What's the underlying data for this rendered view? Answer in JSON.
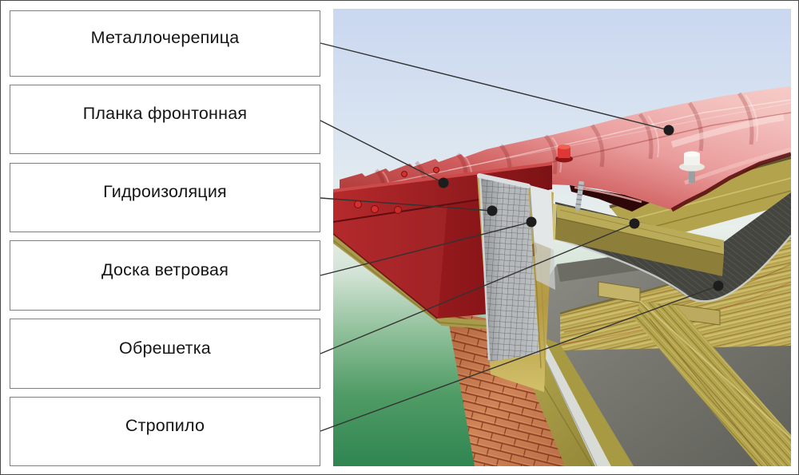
{
  "labels": [
    {
      "text": "Металлочерепица",
      "line_from": [
        400,
        53
      ],
      "dot": [
        836,
        162
      ]
    },
    {
      "text": "Планка фронтонная",
      "line_from": [
        400,
        150
      ],
      "dot": [
        554,
        228
      ]
    },
    {
      "text": "Гидроизоляция",
      "line_from": [
        400,
        247
      ],
      "dot": [
        615,
        263
      ]
    },
    {
      "text": "Доска ветровая",
      "line_from": [
        400,
        344
      ],
      "dot": [
        664,
        277
      ]
    },
    {
      "text": "Обрешетка",
      "line_from": [
        400,
        442
      ],
      "dot": [
        793,
        279
      ]
    },
    {
      "text": "Стропило",
      "line_from": [
        400,
        539
      ],
      "dot": [
        898,
        357
      ]
    }
  ],
  "colors": {
    "roof_tile_pink": "#e89a9a",
    "gable_strip_red": "#9e1f22",
    "wood_olive": "#b9ab57",
    "brick_orange": "#cf8558",
    "membrane_gray": "#73736c",
    "mesh_dark": "#45453f",
    "sky_top": "#c9d7f0",
    "grass_green": "#2f8551",
    "leader_line": "#333333",
    "box_border": "#808080",
    "label_text": "#151515"
  }
}
